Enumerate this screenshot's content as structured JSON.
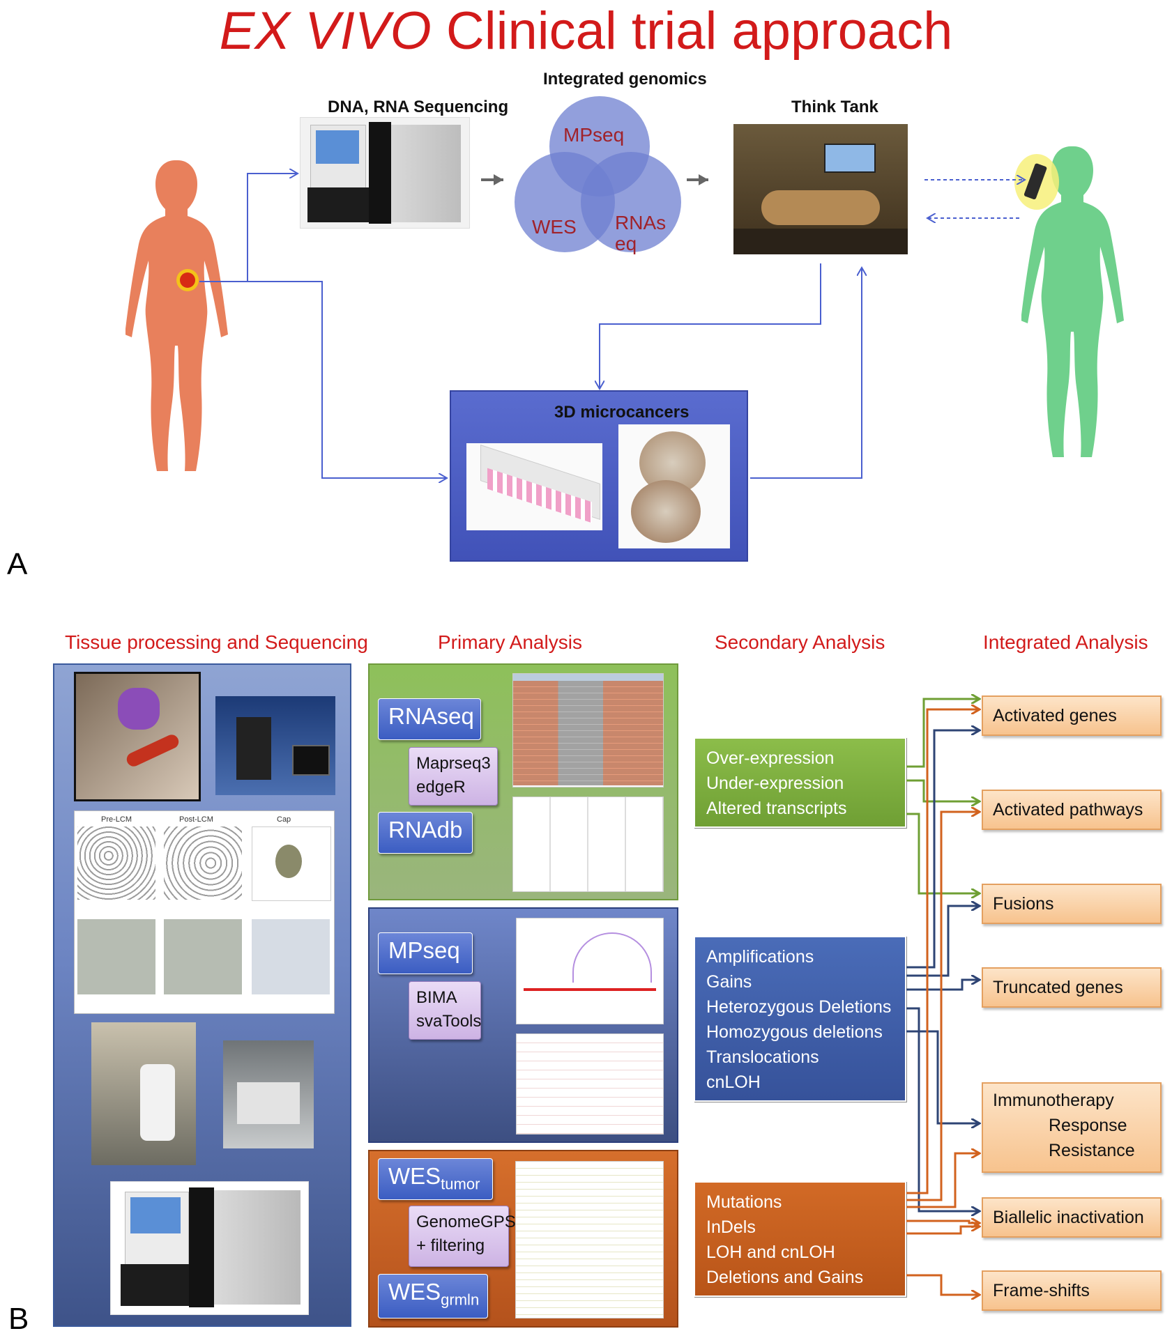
{
  "panel_a": {
    "letter": "A",
    "title_italic": "EX VIVO",
    "title_rest": " Clinical trial approach",
    "sequencing_label": "DNA, RNA Sequencing",
    "genomics_label": "Integrated genomics",
    "venn": [
      "MPseq",
      "WES",
      "RNAseq"
    ],
    "think_tank_label": "Think Tank",
    "microcancers_label": "3D microcancers"
  },
  "panel_b": {
    "letter": "B",
    "headers": [
      "Tissue processing and Sequencing",
      "Primary Analysis",
      "Secondary Analysis",
      "Integrated Analysis"
    ],
    "lcm_labels": [
      "Pre-LCM",
      "Post-LCM",
      "Cap"
    ],
    "primary": {
      "rnaseq": "RNAseq",
      "rnaseq_tools": "Maprseq3\nedgeR",
      "rnadb": "RNAdb",
      "mpseq": "MPseq",
      "mpseq_tools": "BIMA\nsvaTools",
      "wes_tumor_base": "WES",
      "wes_tumor_sub": "tumor",
      "wes_tools": "GenomeGPS\n+ filtering",
      "wes_grmln_base": "WES",
      "wes_grmln_sub": "grmln"
    },
    "secondary": {
      "green": [
        "Over-expression",
        "Under-expression",
        "Altered transcripts"
      ],
      "blue": [
        "Amplifications",
        "Gains",
        "Heterozygous Deletions",
        "Homozygous deletions",
        "Translocations",
        "cnLOH"
      ],
      "orange": [
        "Mutations",
        "InDels",
        "LOH and cnLOH",
        "Deletions and Gains"
      ]
    },
    "integrated": {
      "activated_genes": "Activated genes",
      "activated_pathways": "Activated pathways",
      "fusions": "Fusions",
      "truncated_genes": "Truncated genes",
      "immuno_1": "Immunotherapy",
      "immuno_2": "Response",
      "immuno_3": "Resistance",
      "biallelic": "Biallelic inactivation",
      "frameshifts": "Frame-shifts"
    }
  },
  "colors": {
    "title_red": "#d21a1a",
    "patient_orange": "#e8805c",
    "patient_green": "#6fd08c",
    "venn_blue": "#6e7fd0",
    "secondary_green": "#77a93b",
    "secondary_blue": "#3f5fa8",
    "secondary_orange": "#c85a1c",
    "integrated_fill": "#f9d2a8"
  }
}
